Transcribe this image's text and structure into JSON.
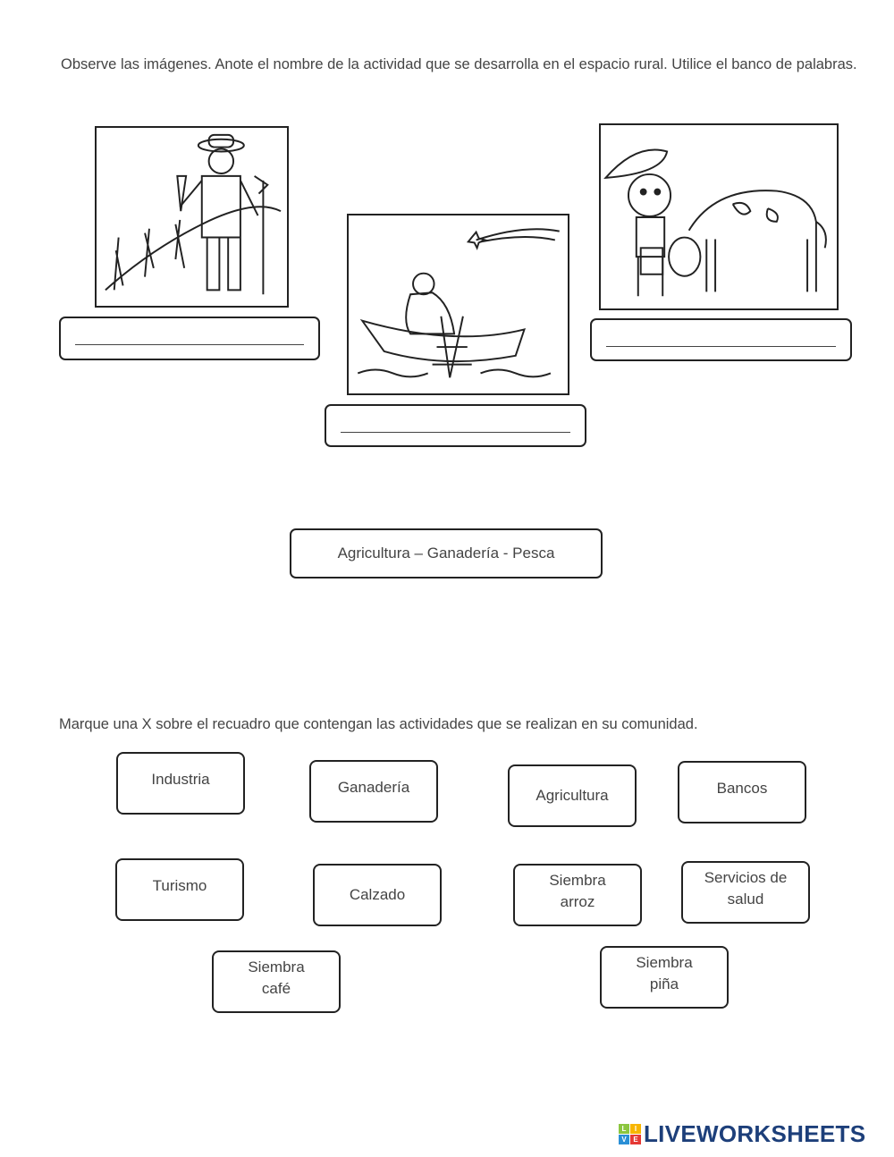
{
  "section1": {
    "instruction": "Observe las imágenes. Anote el nombre de la actividad que se desarrolla en el espacio rural. Utilice el banco de palabras.",
    "images": [
      "farmer-with-crops",
      "fisherman-in-boat",
      "child-with-cow"
    ],
    "answers": [
      "",
      "",
      ""
    ],
    "word_bank": "Agricultura – Ganadería - Pesca"
  },
  "section2": {
    "instruction": "Marque una X sobre el recuadro que contengan las actividades que se realizan en su comunidad.",
    "options": [
      "Industria",
      "Ganadería",
      "Agricultura",
      "Bancos",
      "Turismo",
      "Calzado",
      "Siembra\narroz",
      "Servicios de\nsalud",
      "Siembra\ncafé",
      "Siembra\npiña"
    ]
  },
  "logo": {
    "tiles": [
      "L",
      "I",
      "V",
      "E"
    ],
    "text": "LIVEWORKSHEETS",
    "tile_colors": [
      "#8cc63f",
      "#f7b500",
      "#2a8fd6",
      "#e53935"
    ]
  }
}
